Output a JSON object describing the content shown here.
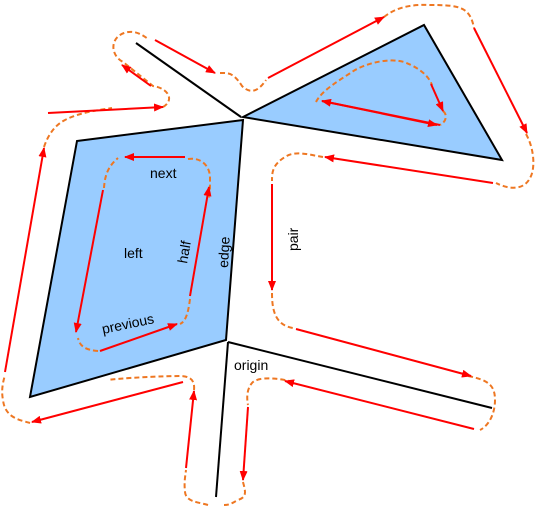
{
  "labels": {
    "next": "next",
    "left": "left",
    "half": "half",
    "edge": "edge",
    "pair": "pair",
    "previous": "previous",
    "origin": "origin"
  },
  "colors": {
    "face_fill": "#99ccff",
    "edge_stroke": "#000000",
    "arrow_red": "#ff0000",
    "arrow_dashed": "#ee7722",
    "background": "#ffffff"
  }
}
